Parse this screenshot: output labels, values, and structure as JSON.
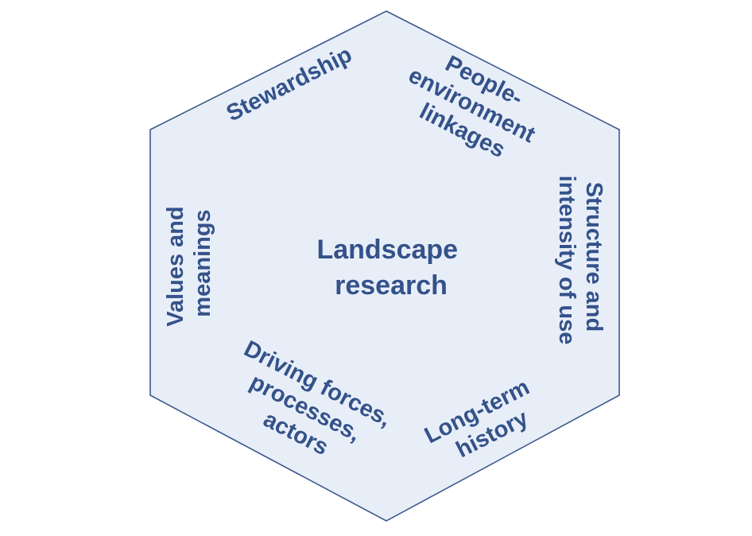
{
  "diagram": {
    "center": [
      "Landscape",
      "research"
    ],
    "segments": {
      "stewardship": [
        "Stewardship"
      ],
      "people_environment": [
        "People-",
        "environment",
        "linkages"
      ],
      "structure_intensity": [
        "Structure and",
        "intensity of use"
      ],
      "long_term_history": [
        "Long-term",
        "history"
      ],
      "driving_forces": [
        "Driving forces,",
        "processes,",
        "actors"
      ],
      "values_meanings": [
        "Values and",
        "meanings"
      ]
    }
  },
  "colors": {
    "fill": "#e8eef8",
    "stroke": "#3d5a8c",
    "text": "#34528a"
  }
}
